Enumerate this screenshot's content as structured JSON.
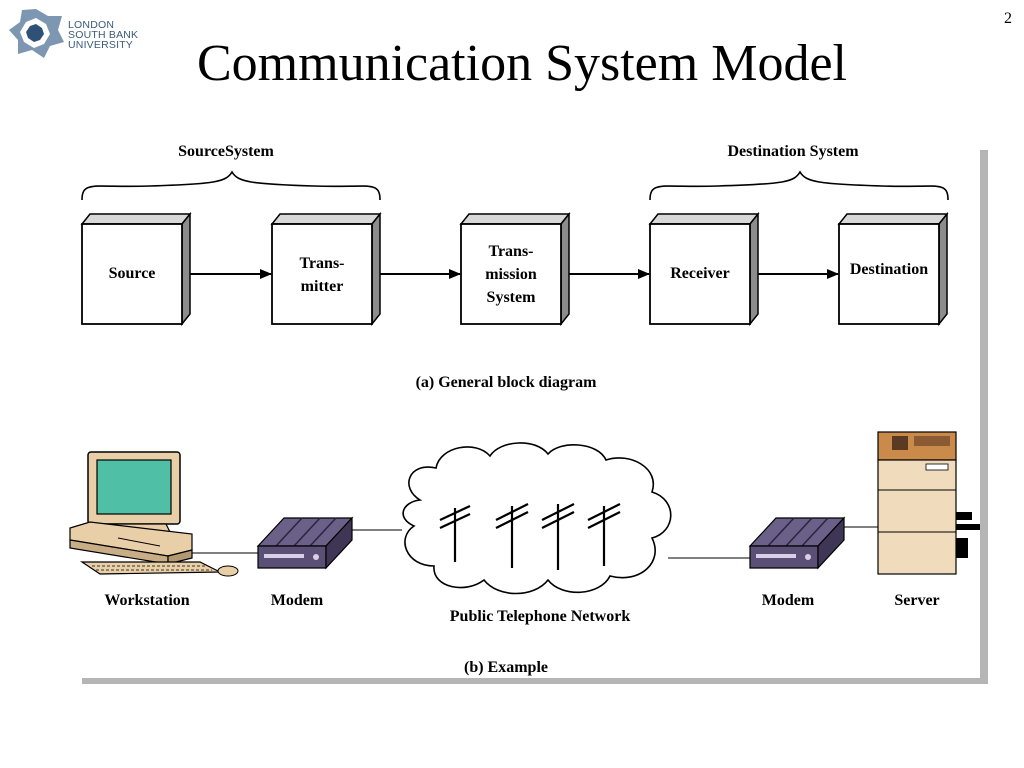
{
  "logo": {
    "lines": [
      "LONDON",
      "SOUTH BANK",
      "UNIVERSITY"
    ]
  },
  "page_number": "2",
  "title": "Communication System Model",
  "diagram_a": {
    "groups": {
      "source": "SourceSystem",
      "destination": "Destination System"
    },
    "blocks": [
      {
        "lines": [
          "Source"
        ]
      },
      {
        "lines": [
          "Trans-",
          "mitter"
        ]
      },
      {
        "lines": [
          "Trans-",
          "mission",
          "System"
        ]
      },
      {
        "lines": [
          "Receiver"
        ]
      },
      {
        "lines": [
          "Destination"
        ]
      }
    ],
    "caption": "(a) General block diagram"
  },
  "diagram_b": {
    "labels": {
      "workstation": "Workstation",
      "modem_left": "Modem",
      "network": "Public Telephone Network",
      "modem_right": "Modem",
      "server": "Server"
    },
    "caption": "(b) Example"
  },
  "colors": {
    "logo_blue": "#3b5a7a",
    "screen": "#4fbfa6",
    "beige": "#e8cfa8",
    "modem": "#5a4f74"
  }
}
